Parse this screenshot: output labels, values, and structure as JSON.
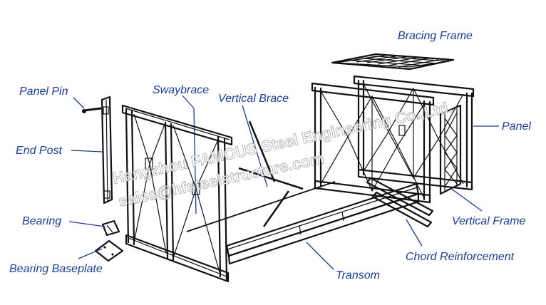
{
  "labels": {
    "bracing_frame": "Bracing Frame",
    "panel_pin": "Panel Pin",
    "swaybrace": "Swaybrace",
    "vertical_brace": "Vertical Brace",
    "panel": "Panel",
    "end_post": "End Post",
    "vertical_frame": "Vertical Frame",
    "bearing": "Bearing",
    "chord_reinforcement": "Chord Reinforcement",
    "bearing_baseplate": "Bearing Baseplate",
    "transom": "Transom"
  },
  "watermark": {
    "line1": "Hangzhou FAMOUS Steel Engineering Co.,Ltd.",
    "line2": "sales@hfsteelstructure.com"
  },
  "colors": {
    "label": "#1c3d8f",
    "line_art": "#111111",
    "watermark": "#9a9a9a"
  }
}
